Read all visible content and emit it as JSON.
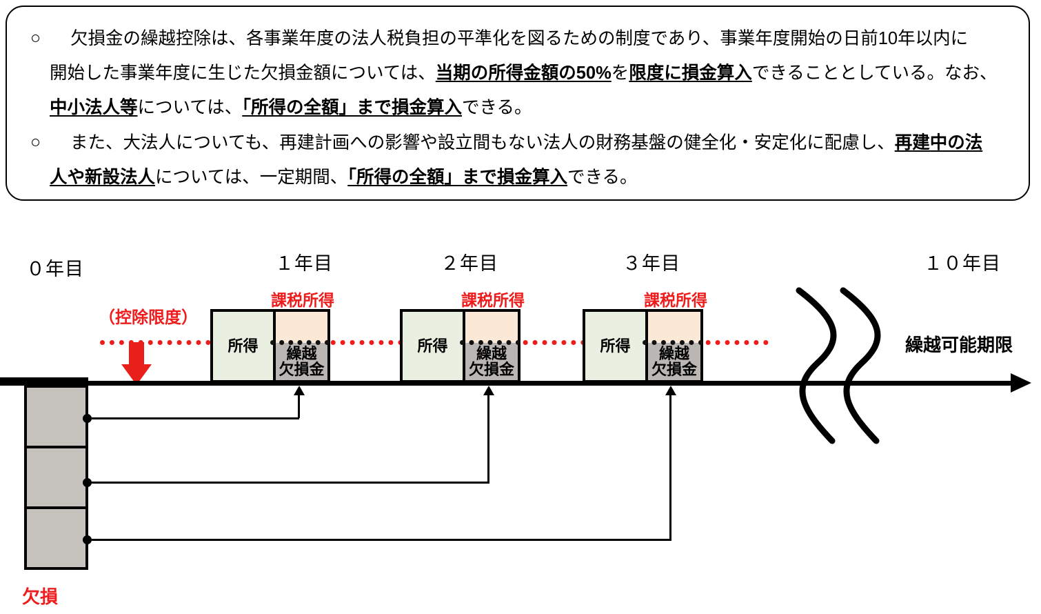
{
  "note": {
    "bullet_symbol": "○",
    "paragraphs": [
      {
        "id": "p1",
        "lines": [
          {
            "segments": [
              {
                "text": "欠損金の繰越控除は、各事業年度の法人税負担の平準化を図るための制度であり、事業年度開始の日前10年以内に",
                "emphasis": false
              }
            ]
          },
          {
            "segments": [
              {
                "text": "開始した事業年度に生じた欠損金額については、",
                "emphasis": false
              },
              {
                "text": "当期の所得金額の50%",
                "emphasis": true
              },
              {
                "text": "を",
                "emphasis": false
              },
              {
                "text": "限度に損金算入",
                "emphasis": true
              },
              {
                "text": "できることとしている。なお、",
                "emphasis": false
              }
            ]
          },
          {
            "segments": [
              {
                "text": "中小法人等",
                "emphasis": true
              },
              {
                "text": "については、",
                "emphasis": false
              },
              {
                "text": "「所得の全額」まで損金算入",
                "emphasis": true
              },
              {
                "text": "できる。",
                "emphasis": false
              }
            ]
          }
        ]
      },
      {
        "id": "p2",
        "lines": [
          {
            "segments": [
              {
                "text": "また、大法人についても、再建計画への影響や設立間もない法人の財務基盤の健全化・安定化に配慮し、",
                "emphasis": false
              },
              {
                "text": "再建中の法",
                "emphasis": true
              }
            ]
          },
          {
            "segments": [
              {
                "text": "人や新設法人",
                "emphasis": true
              },
              {
                "text": "については、一定期間、",
                "emphasis": false
              },
              {
                "text": "「所得の全額」まで損金算入",
                "emphasis": true
              },
              {
                "text": "できる。",
                "emphasis": false
              }
            ]
          }
        ]
      }
    ]
  },
  "diagram": {
    "year_labels": [
      {
        "id": "year-0",
        "text": "０年目"
      },
      {
        "id": "year-1",
        "text": "１年目"
      },
      {
        "id": "year-2",
        "text": "２年目"
      },
      {
        "id": "year-3",
        "text": "３年目"
      },
      {
        "id": "year-10",
        "text": "１０年目"
      }
    ],
    "limit_caption": "（控除限度）",
    "carry_limit_label": "繰越可能期限",
    "loss_caption": "欠損",
    "bars": [
      {
        "id": "bar-year-1",
        "top_label": "課税所得",
        "income_label": "所得",
        "carryover_label_line1": "繰越",
        "carryover_label_line2": "欠損金"
      },
      {
        "id": "bar-year-2",
        "top_label": "課税所得",
        "income_label": "所得",
        "carryover_label_line1": "繰越",
        "carryover_label_line2": "欠損金"
      },
      {
        "id": "bar-year-3",
        "top_label": "課税所得",
        "income_label": "所得",
        "carryover_label_line1": "繰越",
        "carryover_label_line2": "欠損金"
      }
    ],
    "loss_boxes": [
      {
        "id": "loss-box-1"
      },
      {
        "id": "loss-box-2"
      },
      {
        "id": "loss-box-3"
      }
    ],
    "colors": {
      "limit_line": "#ee1c1c",
      "arrow": "#e8201b",
      "income_fill": "#e9efe1",
      "taxable_fill": "#fce8d6",
      "carryover_fill": "#b9b6b3",
      "loss_fill": "#c6c3bf",
      "outline": "#000000"
    }
  }
}
